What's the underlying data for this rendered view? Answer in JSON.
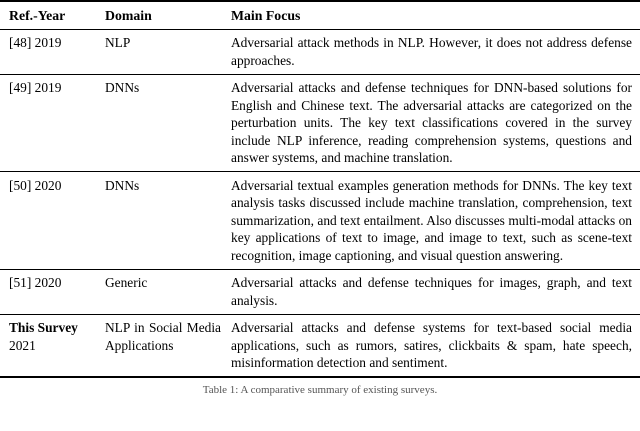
{
  "table": {
    "columns": [
      "Ref.-Year",
      "Domain",
      "Main Focus"
    ],
    "rows": [
      {
        "ref_strong": "",
        "ref": "[48] 2019",
        "domain": "NLP",
        "focus": "Adversarial attack methods in NLP. However, it does not address defense approaches."
      },
      {
        "ref_strong": "",
        "ref": "[49] 2019",
        "domain": "DNNs",
        "focus": "Adversarial attacks and defense techniques for DNN-based solutions for English and Chinese text. The adversarial attacks are categorized on the perturbation units. The key text classifications covered in the survey include NLP inference, reading comprehension systems, questions and answer systems, and machine translation."
      },
      {
        "ref_strong": "",
        "ref": "[50] 2020",
        "domain": "DNNs",
        "focus": "Adversarial textual examples generation methods for DNNs. The key text analysis tasks discussed include machine translation, comprehension, text summarization, and text entailment. Also discusses multi-modal attacks on key applications of text to image, and image to text, such as scene-text recognition, image captioning, and visual question answering."
      },
      {
        "ref_strong": "",
        "ref": "[51] 2020",
        "domain": "Generic",
        "focus": "Adversarial attacks and defense techniques for images, graph, and text analysis."
      },
      {
        "ref_strong": "This Survey",
        "ref": "2021",
        "domain": "NLP in Social Media Applications",
        "focus": "Adversarial attacks and defense systems for text-based social media applications, such as rumors, satires, clickbaits & spam, hate speech, misinformation detection and sentiment."
      }
    ]
  },
  "caption": "Table 1: A comparative summary of existing surveys."
}
